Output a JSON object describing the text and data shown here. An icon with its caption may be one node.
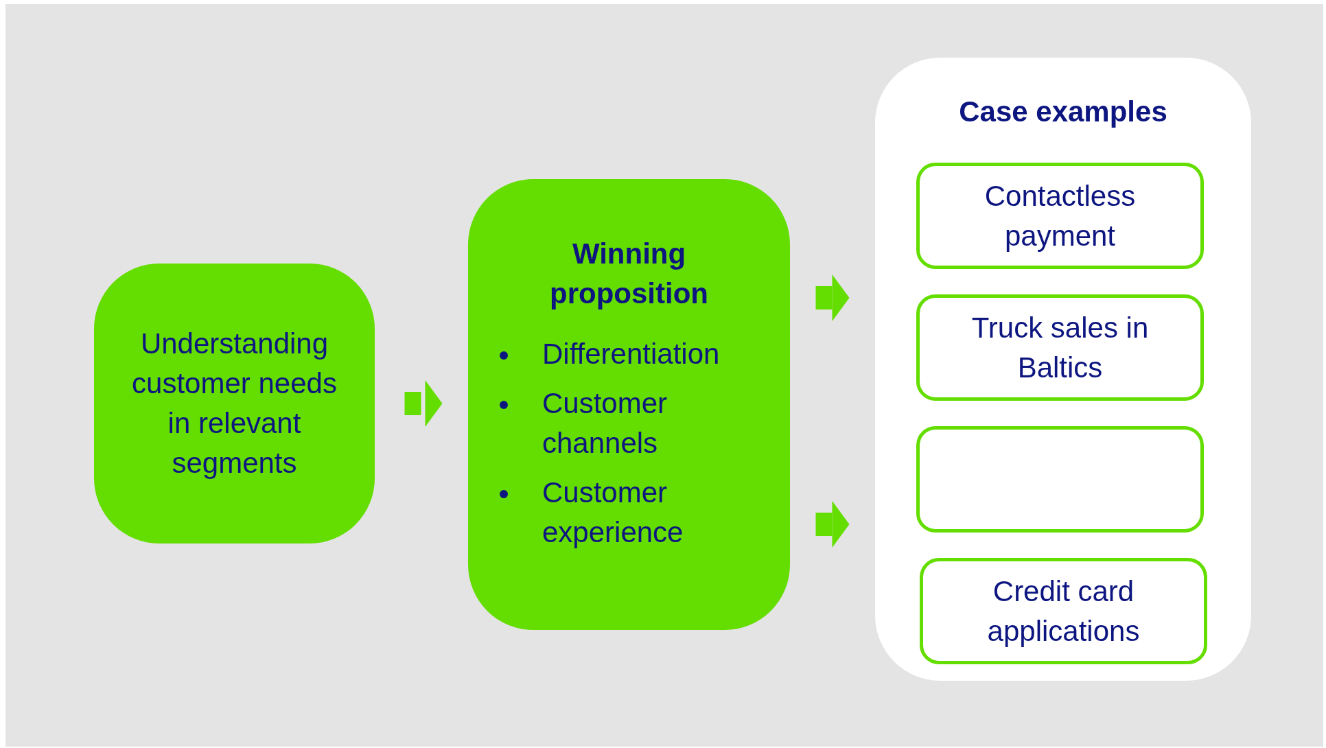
{
  "diagram": {
    "nodes": [
      {
        "text": [
          "Understanding customer needs in relevant segments"
        ]
      },
      {
        "text": [
          "Winning proposition",
          "Differentiation",
          "Customer channels",
          "Customer experience"
        ]
      },
      {
        "text": [
          "Case examples"
        ]
      },
      {
        "text": [
          "Contactless payment"
        ],
        "in": 2
      },
      {
        "text": [
          "Truck sales in Baltics"
        ],
        "in": 2
      },
      {
        "text": [],
        "shape": "box",
        "in": 2
      },
      {
        "text": [
          "Credit card applications"
        ],
        "in": 2
      }
    ],
    "edges": [
      {
        "from": 0,
        "to": 1,
        "arrow": "to"
      },
      {
        "from": 1,
        "to": 2,
        "arrow": "to"
      },
      {
        "from": 1,
        "to": 2,
        "arrow": "to"
      }
    ]
  }
}
